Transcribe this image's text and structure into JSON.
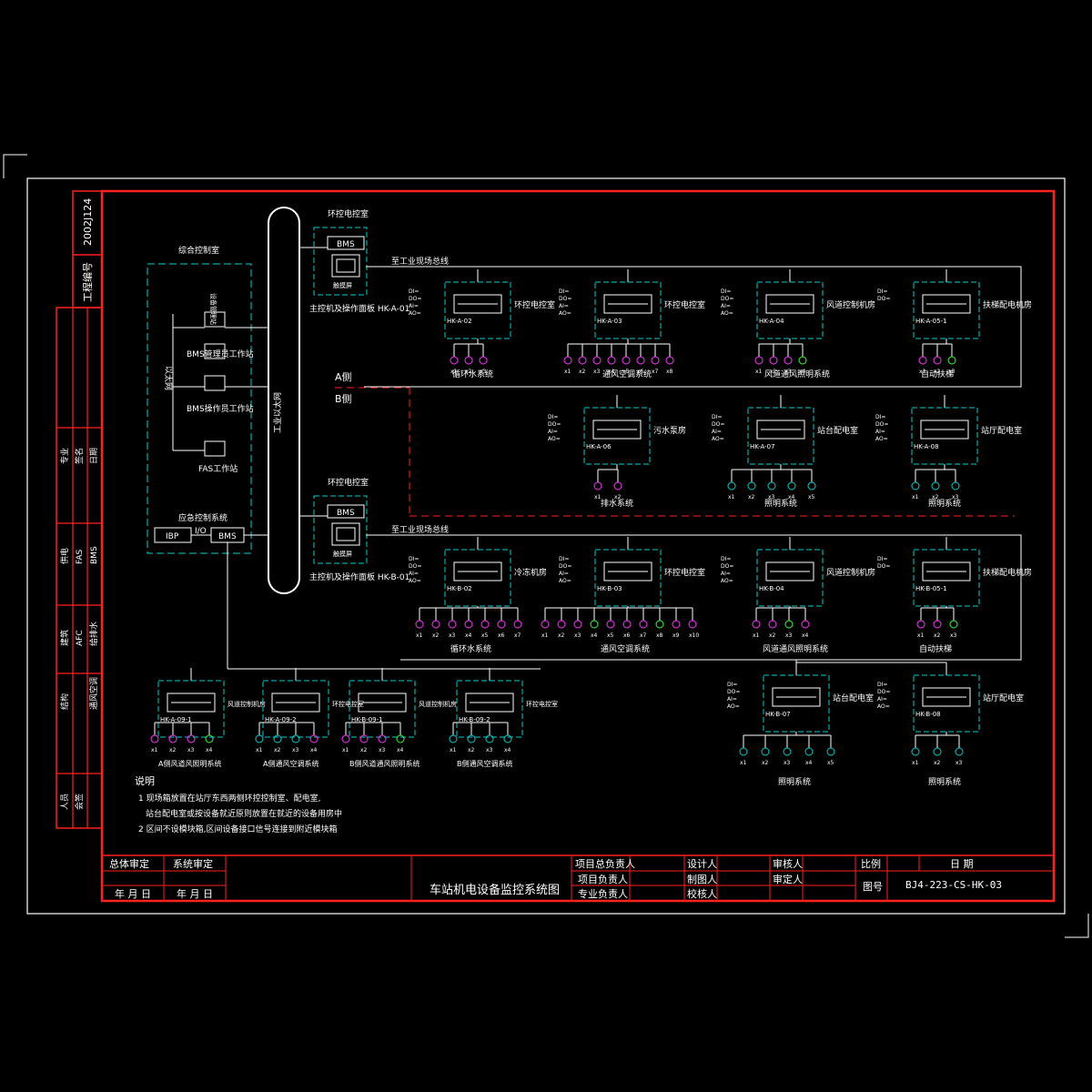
{
  "drawing_title": "车站机电设备监控系统图",
  "drawing_number": "BJ4-223-CS-HK-03",
  "project_code": "2002J124",
  "project_no_label": "工程编号",
  "title_block": {
    "total_review": "总体审定",
    "system_review": "系统审定",
    "date_left_1": "年 月 日",
    "date_left_2": "年 月 日",
    "proj_chief": "项目总负责人",
    "proj_lead": "项目负责人",
    "prof_lead": "专业负责人",
    "designer": "设计人",
    "drafter": "制图人",
    "checker": "校核人",
    "auditor": "审核人",
    "approver": "审定人",
    "scale": "比例",
    "date": "日 期",
    "drawing_no": "图号"
  },
  "left_strip": [
    "专业",
    "签名",
    "日期",
    "FAS",
    "BMS",
    "AFC",
    "给排水",
    "通风空调",
    "供电",
    "建筑",
    "结构",
    "人员",
    "会签"
  ],
  "colors": {
    "frame": "#ffffff",
    "border": "#ff2020",
    "cyan": "#00cfcf",
    "magenta": "#ff33ff",
    "green": "#33ff33",
    "yellow": "#ffff40",
    "white": "#ffffff",
    "red_dash": "#ff2020"
  },
  "control_room": {
    "title": "综合控制室",
    "bus_label": "以太网",
    "ws1_top": "设备管理站",
    "ws1": "BMS管理员工作站",
    "ws2": "BMS操作员工作站",
    "ws3": "FAS工作站",
    "emergency": "应急控制系统",
    "ibp": "IBP",
    "io": "I/O",
    "bms": "BMS"
  },
  "ring_label": "工业以太网",
  "a_side": "A侧",
  "b_side": "B侧",
  "plc_top": {
    "room": "环控电控室",
    "bas": "BMS",
    "screen": "触摸屏",
    "caption": "主控机及操作面板 HK-A-01",
    "bus": "至工业现场总线"
  },
  "plc_bottom": {
    "room": "环控电控室",
    "bas": "BMS",
    "screen": "触摸屏",
    "caption": "主控机及操作面板 HK-B-01",
    "bus": "至工业现场总线"
  },
  "rtu_a": [
    {
      "code": "HK-A-02",
      "room": "环控电控室",
      "sys": "循环水系统",
      "io": [
        "DI=",
        "DO=",
        "AI=",
        "AO="
      ]
    },
    {
      "code": "HK-A-03",
      "room": "环控电控室",
      "sys": "通风空调系统",
      "io": [
        "DI=",
        "DO=",
        "AI=",
        "AO="
      ]
    },
    {
      "code": "HK-A-04",
      "room": "风道控制机房",
      "sys": "风道通风照明系统",
      "io": [
        "DI=",
        "DO=",
        "AI=",
        "AO="
      ]
    },
    {
      "code": "HK-A-05-1",
      "room": "扶梯配电机房",
      "sys": "自动扶梯",
      "io": [
        "DI=",
        "DO="
      ]
    },
    {
      "code": "HK-A-06",
      "room": "污水泵房",
      "sys": "排水系统",
      "io": [
        "DI=",
        "DO=",
        "AI=",
        "AO="
      ]
    },
    {
      "code": "HK-A-07",
      "room": "站台配电室",
      "sys": "照明系统",
      "io": [
        "DI=",
        "DO=",
        "AI=",
        "AO="
      ]
    },
    {
      "code": "HK-A-08",
      "room": "站厅配电室",
      "sys": "照明系统",
      "io": [
        "DI=",
        "DO=",
        "AI=",
        "AO="
      ]
    }
  ],
  "rtu_b": [
    {
      "code": "HK-B-02",
      "room": "冷冻机房",
      "sys": "循环水系统",
      "io": [
        "DI=",
        "DO=",
        "AI=",
        "AO="
      ]
    },
    {
      "code": "HK-B-03",
      "room": "环控电控室",
      "sys": "通风空调系统",
      "io": [
        "DI=",
        "DO=",
        "AI=",
        "AO="
      ]
    },
    {
      "code": "HK-B-04",
      "room": "风道控制机房",
      "sys": "风道通风照明系统",
      "io": [
        "DI=",
        "DO=",
        "AI=",
        "AO="
      ]
    },
    {
      "code": "HK-B-05-1",
      "room": "扶梯配电机房",
      "sys": "自动扶梯",
      "io": [
        "DI=",
        "DO="
      ]
    },
    {
      "code": "HK-B-07",
      "room": "站台配电室",
      "sys": "照明系统",
      "io": [
        "DI=",
        "DO=",
        "AI=",
        "AO="
      ]
    },
    {
      "code": "HK-B-08",
      "room": "站厅配电室",
      "sys": "照明系统",
      "io": [
        "DI=",
        "DO=",
        "AI=",
        "AO="
      ]
    }
  ],
  "rtu_section": [
    {
      "code": "HK-A-09-1",
      "room": "风道控制机房",
      "sys": "A侧风道风照明系统"
    },
    {
      "code": "HK-A-09-2",
      "room": "环控电控室",
      "sys": "A侧通风空调系统"
    },
    {
      "code": "HK-B-09-1",
      "room": "风道控制机房",
      "sys": "B侧风道通风照明系统"
    },
    {
      "code": "HK-B-09-2",
      "room": "环控电控室",
      "sys": "B侧通风空调系统"
    }
  ],
  "notes": {
    "heading": "说明",
    "n1": "1 现场箱放置在站厅东西两侧环控控制室、配电室,",
    "n1b": "站台配电室或按设备就近原则放置在就近的设备用房中",
    "n2": "2 区间不设模块箱,区间设备接口信号连接到附近模块箱"
  }
}
